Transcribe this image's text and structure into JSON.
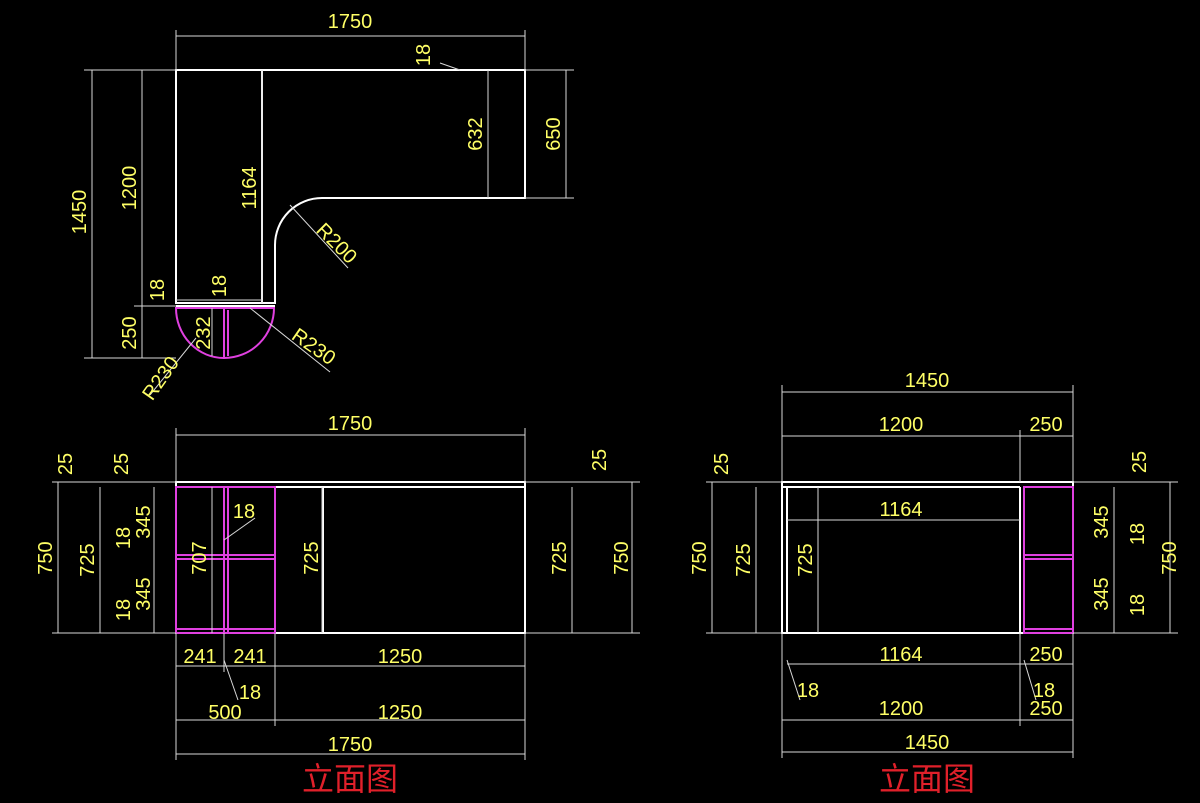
{
  "colors": {
    "outline": "#ffffff",
    "dimension": "#ffff66",
    "cabinet": "#e040e0",
    "caption": "#e0202a",
    "background": "#000000"
  },
  "plan": {
    "d_1750": "1750",
    "d_18_top": "18",
    "d_632": "632",
    "d_650": "650",
    "d_1450": "1450",
    "d_1200": "1200",
    "d_1164": "1164",
    "d_R200": "R200",
    "d_18_left": "18",
    "d_18_mid": "18",
    "d_250": "250",
    "d_232": "232",
    "d_R230_right": "R230",
    "d_R230_left": "R230"
  },
  "front": {
    "d_top_1750": "1750",
    "d_25_a": "25",
    "d_25_b": "25",
    "d_25_right": "25",
    "d_750_left": "750",
    "d_725_left": "725",
    "d_18_a": "18",
    "d_345_a": "345",
    "d_18_b": "18",
    "d_345_b": "345",
    "d_18_inner": "18",
    "d_707": "707",
    "d_725_mid": "725",
    "d_725_right": "725",
    "d_750_right": "750",
    "d_241_a": "241",
    "d_241_b": "241",
    "d_1250_a": "1250",
    "d_18_bottom": "18",
    "d_500": "500",
    "d_1250_b": "1250",
    "d_1750_bottom": "1750",
    "caption": "立面图"
  },
  "side": {
    "d_1450_top": "1450",
    "d_1200_top": "1200",
    "d_250_top": "250",
    "d_25_left": "25",
    "d_750_left": "750",
    "d_725_left": "725",
    "d_1164_inner": "1164",
    "d_725_inner": "725",
    "d_25_right": "25",
    "d_345_a": "345",
    "d_18_a": "18",
    "d_345_b": "345",
    "d_18_b": "18",
    "d_750_right": "750",
    "d_1164_bottom": "1164",
    "d_250_bottom": "250",
    "d_18_left": "18",
    "d_18_right": "18",
    "d_1200_bottom": "1200",
    "d_250_bottom2": "250",
    "d_1450_bottom": "1450",
    "caption": "立面图"
  }
}
